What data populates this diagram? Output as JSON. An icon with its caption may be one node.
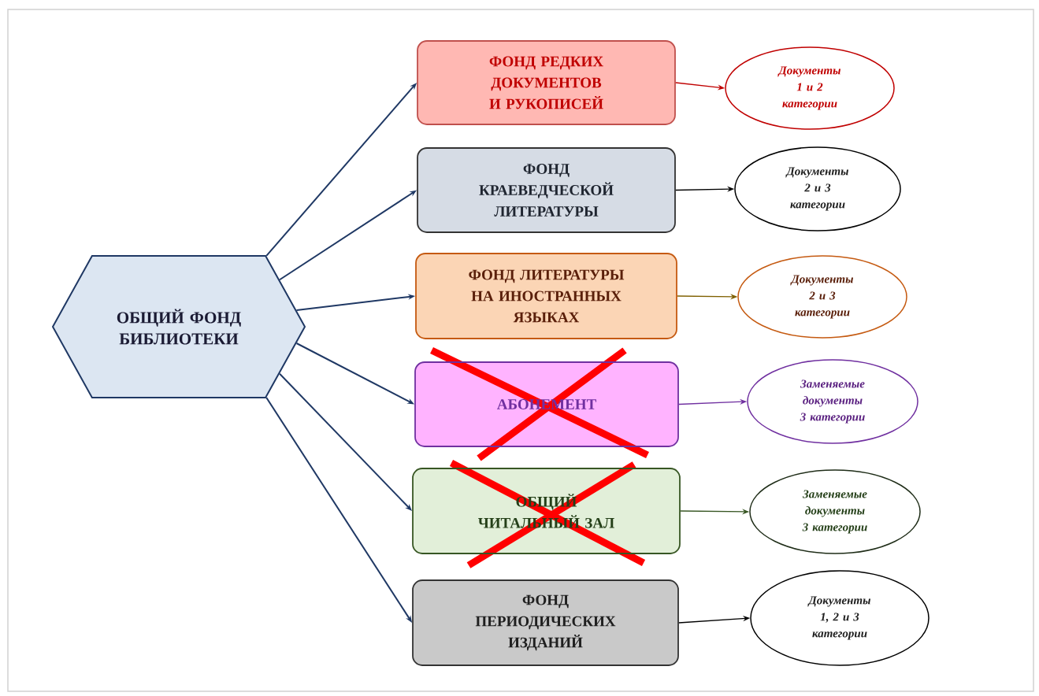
{
  "diagram": {
    "nodes": [
      {
        "text": [
          "ОБЩИЙ ФОНД БИБЛИОТЕКИ"
        ]
      },
      {
        "text": [
          "ФОНД РЕДКИХ ДОКУМЕНТОВ И РУКОПИСЕЙ"
        ]
      },
      {
        "text": [
          "Документы 1 и 2 категории"
        ]
      },
      {
        "text": [
          "ФОНД КРАЕВЕДЧЕСКОЙ ЛИТЕРАТУРЫ"
        ]
      },
      {
        "text": [
          "Документы 2 и 3 категории"
        ]
      },
      {
        "text": [
          "ФОНД ЛИТЕРАТУРЫ НА ИНОСТРАННЫХ ЯЗЫКАХ"
        ]
      },
      {
        "text": [
          "Документы 2 и 3 категории"
        ]
      },
      {
        "text": [
          "АБОНЕМЕНТ"
        ]
      },
      {
        "text": [
          "Заменяемые документы 3 категории"
        ]
      },
      {
        "text": [
          "ОБЩИЙ ЧИТАЛЬНЫЙ ЗАЛ"
        ]
      },
      {
        "text": [
          "Заменяемые документы 3 категории"
        ]
      },
      {
        "text": [
          "ФОНД ПЕРИОДИЧЕСКИХ ИЗДАНИЙ"
        ]
      },
      {
        "text": [
          "Документы 1, 2 и 3 категории"
        ]
      }
    ],
    "edges": [
      {
        "from": 0,
        "to": 1,
        "arrow": "to"
      },
      {
        "from": 0,
        "to": 3,
        "arrow": "to"
      },
      {
        "from": 0,
        "to": 5,
        "arrow": "to"
      },
      {
        "from": 0,
        "to": 7,
        "arrow": "to"
      },
      {
        "from": 0,
        "to": 9,
        "arrow": "to"
      },
      {
        "from": 0,
        "to": 11,
        "arrow": "to"
      },
      {
        "from": 1,
        "to": 2,
        "arrow": "to",
        "color": "#c00000"
      },
      {
        "from": 3,
        "to": 4,
        "arrow": "to",
        "color": "#000000"
      },
      {
        "from": 5,
        "to": 6,
        "arrow": "to",
        "color": "#7f6000"
      },
      {
        "from": 7,
        "to": 8,
        "arrow": "to",
        "color": "#7030a0"
      },
      {
        "from": 9,
        "to": 10,
        "arrow": "to",
        "color": "#375623"
      },
      {
        "from": 11,
        "to": 12,
        "arrow": "to",
        "color": "#000000"
      }
    ]
  }
}
